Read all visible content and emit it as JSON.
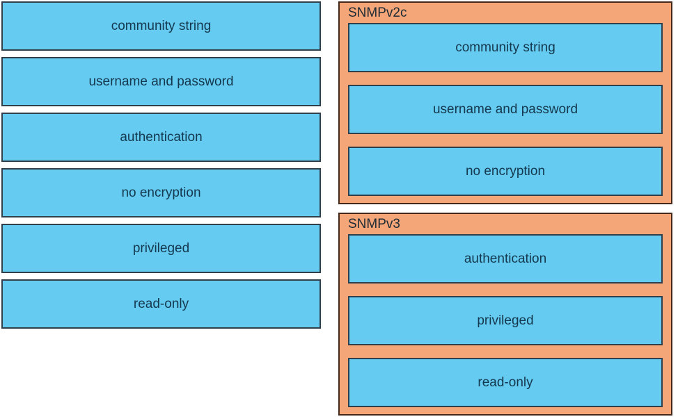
{
  "colors": {
    "item_fill": "#66cbf1",
    "item_border": "#2f404c",
    "group_fill": "#f5a679",
    "group_border": "#46281a",
    "item_text": "#14384e",
    "background": "#ffffff"
  },
  "source_items": [
    {
      "label": "community string"
    },
    {
      "label": "username and password"
    },
    {
      "label": "authentication"
    },
    {
      "label": "no encryption"
    },
    {
      "label": "privileged"
    },
    {
      "label": "read-only"
    }
  ],
  "groups": [
    {
      "title": "SNMPv2c",
      "items": [
        {
          "label": "community string"
        },
        {
          "label": "username and password"
        },
        {
          "label": "no encryption"
        }
      ]
    },
    {
      "title": "SNMPv3",
      "items": [
        {
          "label": "authentication"
        },
        {
          "label": "privileged"
        },
        {
          "label": "read-only"
        }
      ]
    }
  ]
}
